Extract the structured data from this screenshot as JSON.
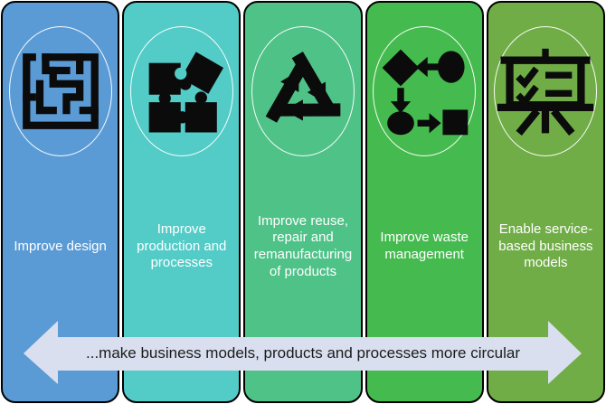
{
  "columns": [
    {
      "id": "improve-design",
      "label": "Improve design",
      "color": "#5B9BD5",
      "icon": "maze-icon"
    },
    {
      "id": "improve-production-and-processes",
      "label": "Improve production and processes",
      "color": "#53CCC8",
      "icon": "puzzle-icon"
    },
    {
      "id": "improve-reuse-repair-remanufacturing",
      "label": "Improve reuse, repair and remanufacturing of products",
      "color": "#4FC288",
      "icon": "recycle-icon"
    },
    {
      "id": "improve-waste-management",
      "label": "Improve waste management",
      "color": "#45BB4F",
      "icon": "flowchart-icon"
    },
    {
      "id": "enable-service-based-business-models",
      "label": "Enable service-based business models",
      "color": "#70AD47",
      "icon": "presentation-board-icon"
    }
  ],
  "arrow": {
    "label": "...make business models, products and processes more circular",
    "direction": "double",
    "color": "#D9DFEE",
    "text_color": "#1b1b1b"
  },
  "style": {
    "icon_color": "#0b0b0b",
    "ring_color": "#ffffff",
    "label_color": "#ffffff",
    "divider_color": "#000000",
    "background_color": "#ffffff"
  }
}
